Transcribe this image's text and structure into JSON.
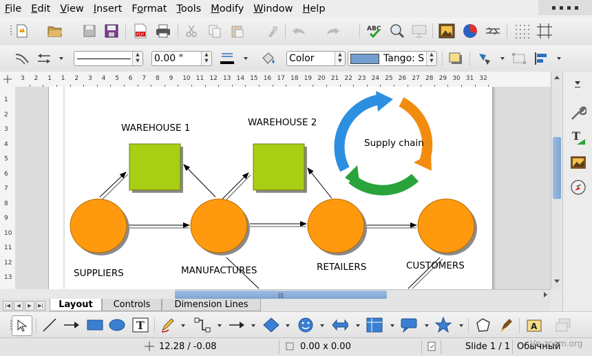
{
  "menu": [
    "File",
    "Edit",
    "View",
    "Insert",
    "Format",
    "Tools",
    "Modify",
    "Window",
    "Help"
  ],
  "menu_mnemonics": [
    "F",
    "E",
    "V",
    "I",
    "o",
    "T",
    "M",
    "W",
    "H"
  ],
  "format_toolbar": {
    "line_width_value": "0.00 \"",
    "area_style_value": "Color",
    "fill_color_value": "Tango: S"
  },
  "ruler": {
    "h_ticks": [
      "3",
      "2",
      "1",
      "1",
      "2",
      "3",
      "4",
      "5",
      "6",
      "7",
      "8",
      "9",
      "10",
      "11",
      "12",
      "13",
      "14",
      "15",
      "16",
      "17",
      "18",
      "19",
      "20",
      "21",
      "22",
      "23",
      "24",
      "25",
      "26",
      "27",
      "28",
      "29",
      "30",
      "31",
      "32"
    ],
    "v_ticks": [
      "1",
      "2",
      "3",
      "4",
      "5",
      "6",
      "7",
      "8",
      "9",
      "10",
      "11",
      "12",
      "13"
    ]
  },
  "drawing": {
    "labels": {
      "warehouse1": "WAREHOUSE 1",
      "warehouse2": "WAREHOUSE 2",
      "suppliers": "SUPPLIERS",
      "manufactures": "MANUFACTURES",
      "retailers": "RETAILERS",
      "customers": "CUSTOMERS",
      "supply_chain": "Supply chain"
    },
    "colors": {
      "circle": "#ff9a0e",
      "square": "#a9cf14",
      "cycle_blue": "#2d8fe0",
      "cycle_orange": "#f28c0f",
      "cycle_green": "#2aa33a"
    }
  },
  "tabs": [
    "Layout",
    "Controls",
    "Dimension Lines"
  ],
  "active_tab": "Layout",
  "status": {
    "position": "12.28 / -0.08",
    "size": "0.00 x 0.00",
    "slide": "Slide 1 / 1",
    "style": "Обычный",
    "watermark": "Vn-zoom.org"
  }
}
